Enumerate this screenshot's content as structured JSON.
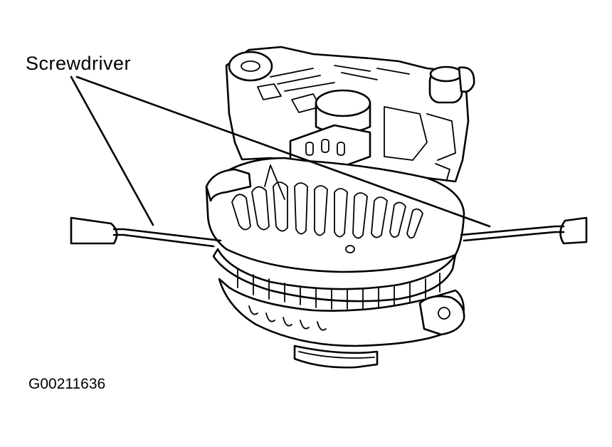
{
  "callout": {
    "label": "Screwdriver"
  },
  "figure": {
    "id": "G00211636"
  },
  "icons": [
    "alternator-illustration",
    "screwdriver-left",
    "screwdriver-right"
  ]
}
